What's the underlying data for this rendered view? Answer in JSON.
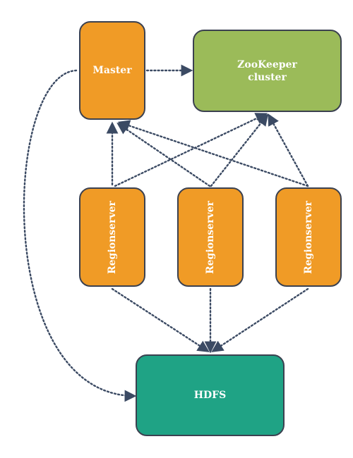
{
  "colors": {
    "orange": "#f09b26",
    "green": "#9bbb59",
    "teal": "#1fa385",
    "edge": "#3b4a63"
  },
  "nodes": {
    "master": {
      "label": "Master"
    },
    "zookeeper": {
      "label": "ZooKeeper\ncluster"
    },
    "regionservers": [
      {
        "label": "Regionserver"
      },
      {
        "label": "Regionserver"
      },
      {
        "label": "Regionserver"
      }
    ],
    "hdfs": {
      "label": "HDFS"
    }
  },
  "edges": [
    {
      "from": "master",
      "to": "zookeeper"
    },
    {
      "from": "master",
      "to": "hdfs"
    },
    {
      "from": "regionserver-1",
      "to": "master"
    },
    {
      "from": "regionserver-2",
      "to": "master"
    },
    {
      "from": "regionserver-3",
      "to": "master"
    },
    {
      "from": "regionserver-1",
      "to": "zookeeper"
    },
    {
      "from": "regionserver-2",
      "to": "zookeeper"
    },
    {
      "from": "regionserver-3",
      "to": "zookeeper"
    },
    {
      "from": "regionserver-1",
      "to": "hdfs"
    },
    {
      "from": "regionserver-2",
      "to": "hdfs"
    },
    {
      "from": "regionserver-3",
      "to": "hdfs"
    }
  ]
}
